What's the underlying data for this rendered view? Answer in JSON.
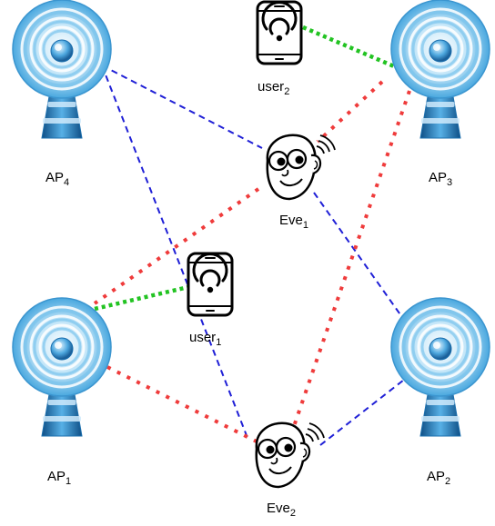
{
  "nodes": {
    "ap1": {
      "name": "AP",
      "sub": "1",
      "icon": "antenna-tower-icon"
    },
    "ap2": {
      "name": "AP",
      "sub": "2",
      "icon": "antenna-tower-icon"
    },
    "ap3": {
      "name": "AP",
      "sub": "3",
      "icon": "antenna-tower-icon"
    },
    "ap4": {
      "name": "AP",
      "sub": "4",
      "icon": "antenna-tower-icon"
    },
    "user1": {
      "name": "user",
      "sub": "1",
      "icon": "smartphone-wifi-icon"
    },
    "user2": {
      "name": "user",
      "sub": "2",
      "icon": "smartphone-wifi-icon"
    },
    "eve1": {
      "name": "Eve",
      "sub": "1",
      "icon": "eavesdropper-face-icon"
    },
    "eve2": {
      "name": "Eve",
      "sub": "2",
      "icon": "eavesdropper-face-icon"
    }
  },
  "links": [
    {
      "from": "ap4",
      "to": "eve1",
      "style": "blue-dashed"
    },
    {
      "from": "ap4",
      "to": "eve2",
      "style": "blue-dashed"
    },
    {
      "from": "eve1",
      "to": "ap2",
      "style": "blue-dashed"
    },
    {
      "from": "eve2",
      "to": "ap2",
      "style": "blue-dashed"
    },
    {
      "from": "ap3",
      "to": "eve1",
      "style": "red-dotted"
    },
    {
      "from": "ap3",
      "to": "eve2",
      "style": "red-dotted"
    },
    {
      "from": "eve1",
      "to": "ap1",
      "style": "red-dotted"
    },
    {
      "from": "ap1",
      "to": "eve2",
      "style": "red-dotted"
    },
    {
      "from": "user2",
      "to": "ap3",
      "style": "green-dotted"
    },
    {
      "from": "ap1",
      "to": "user1",
      "style": "green-dotted"
    }
  ],
  "colors": {
    "blue_link": "#1f1fd6",
    "red_link": "#ef3b3b",
    "green_link": "#22c322",
    "antenna_light": "#d8eefb",
    "antenna_mid": "#5fb6e6",
    "antenna_dark": "#1b6fae"
  }
}
